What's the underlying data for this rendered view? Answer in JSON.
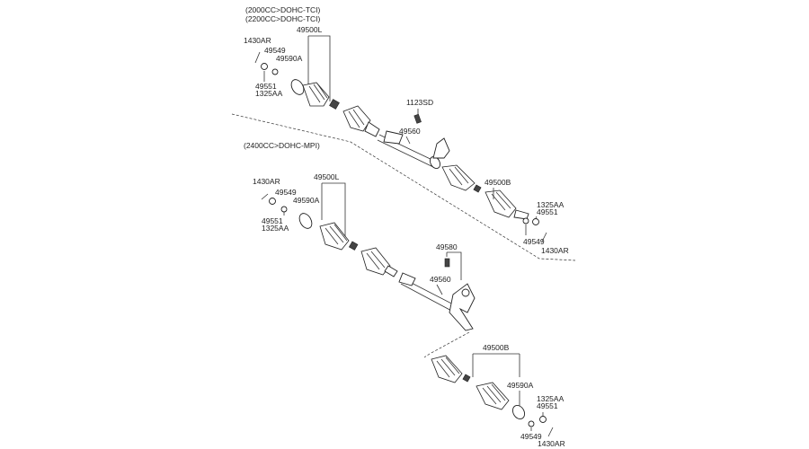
{
  "variants": {
    "upper_1": "(2000CC>DOHC-TCI)",
    "upper_2": "(2200CC>DOHC-TCI)",
    "lower": "(2400CC>DOHC-MPI)"
  },
  "upper_labels": {
    "left_shaft": "49500L",
    "p1430AR_left": "1430AR",
    "p49549_left": "49549",
    "p49590A_left": "49590A",
    "p49551_left": "49551",
    "p1325AA_left": "1325AA",
    "p1123SD": "1123SD",
    "p49560": "49560",
    "right_shaft": "49500B",
    "p1325AA_right": "1325AA",
    "p49551_right": "49551",
    "p49549_right": "49549",
    "p1430AR_right": "1430AR"
  },
  "lower_labels": {
    "p1430AR_left": "1430AR",
    "left_shaft": "49500L",
    "p49549_left": "49549",
    "p49590A_left": "49590A",
    "p49551_left": "49551",
    "p1325AA_left": "1325AA",
    "p49580": "49580",
    "p49560": "49560",
    "right_shaft": "49500B",
    "p49590A_right": "49590A",
    "p1325AA_right": "1325AA",
    "p49551_right": "49551",
    "p49549_right": "49549",
    "p1430AR_right": "1430AR"
  }
}
